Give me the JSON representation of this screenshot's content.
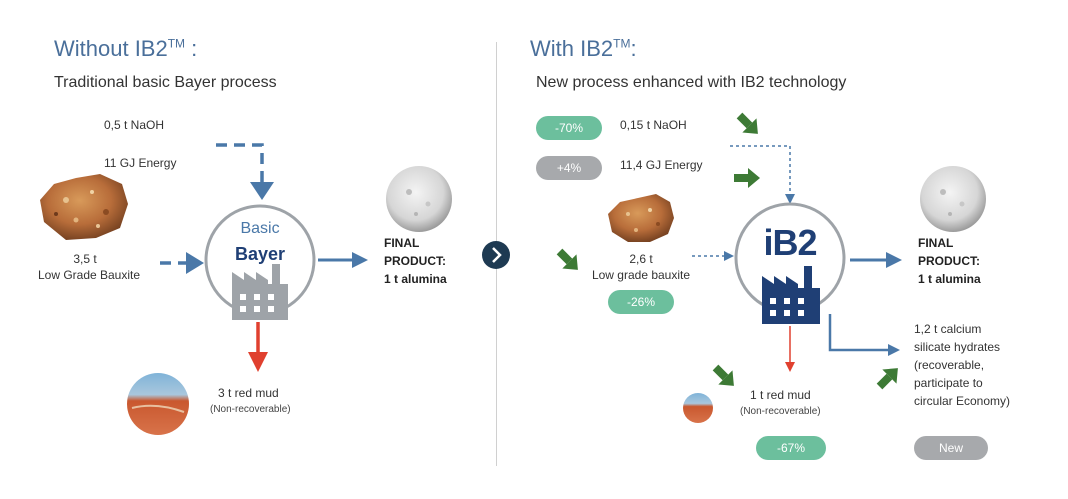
{
  "left": {
    "title": "Without IB2",
    "title_sup": "TM",
    "title_suffix": " :",
    "subtitle": "Traditional basic Bayer process",
    "naoh": "0,5 t NaOH",
    "energy": "11 GJ Energy",
    "bauxite_amount": "3,5 t",
    "bauxite_label": "Low Grade Bauxite",
    "process_line1": "Basic",
    "process_line2": "Bayer",
    "product_line1": "FINAL",
    "product_line2": "PRODUCT:",
    "product_line3": "1 t alumina",
    "mud_label": "3 t red mud",
    "mud_note": "(Non-recoverable)"
  },
  "right": {
    "title": "With IB2",
    "title_sup": "TM",
    "title_suffix": ":",
    "subtitle": "New process enhanced with IB2 technology",
    "naoh": "0,15 t NaOH",
    "naoh_badge": "-70%",
    "energy": "11,4 GJ Energy",
    "energy_badge": "+4%",
    "bauxite_amount": "2,6 t",
    "bauxite_label": "Low grade bauxite",
    "bauxite_badge": "-26%",
    "process_logo": "iB2",
    "product_line1": "FINAL",
    "product_line2": "PRODUCT:",
    "product_line3": "1 t alumina",
    "mud_label": "1 t red mud",
    "mud_note": "(Non-recoverable)",
    "mud_badge": "-67%",
    "calcium_lines": [
      "1,2 t calcium",
      "silicate hydrates",
      "(recoverable,",
      "participate to",
      "circular Economy)"
    ],
    "calcium_badge": "New"
  },
  "colors": {
    "title_blue": "#4a6f9a",
    "arrow_blue": "#4a78a8",
    "arrow_red": "#e0402f",
    "arrow_green": "#3d7a35",
    "badge_green": "#6cbf9d",
    "badge_grey": "#a7a9ac",
    "factory_grey": "#9ea3a8",
    "factory_navy": "#1f3f75",
    "divider_circle": "#1e3a52"
  }
}
